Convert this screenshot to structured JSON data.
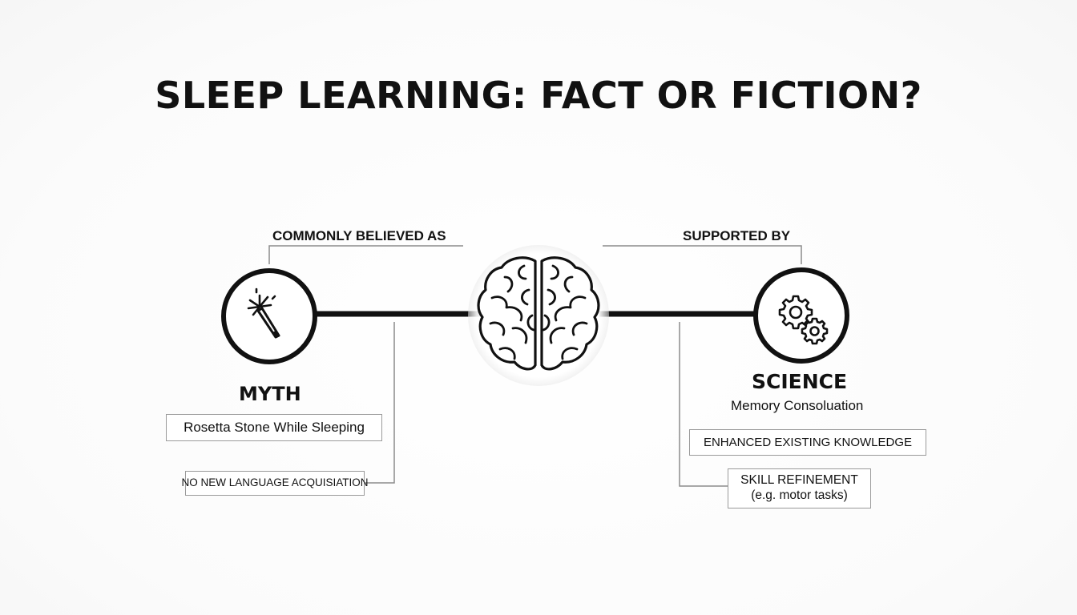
{
  "title": "SLEEP LEARNING: FACT OR FICTION?",
  "center": {
    "icon": "brain-icon"
  },
  "left": {
    "connector_label": "COMMONLY BELIEVED AS",
    "icon": "magic-wand-icon",
    "heading": "MYTH",
    "boxes": [
      "Rosetta Stone While Sleeping",
      "NO NEW LANGUAGE ACQUISIATION"
    ]
  },
  "right": {
    "connector_label": "SUPPORTED BY",
    "icon": "gears-icon",
    "heading": "SCIENCE",
    "subheading": "Memory Consoluation",
    "boxes": [
      "ENHANCED EXISTING KNOWLEDGE",
      {
        "line1": "SKILL REFINEMENT",
        "line2": "(e.g. motor tasks)"
      }
    ]
  },
  "colors": {
    "ink": "#111111",
    "box_border": "#9a9a9a",
    "connector": "#8c8c8c",
    "background": "#ffffff"
  }
}
